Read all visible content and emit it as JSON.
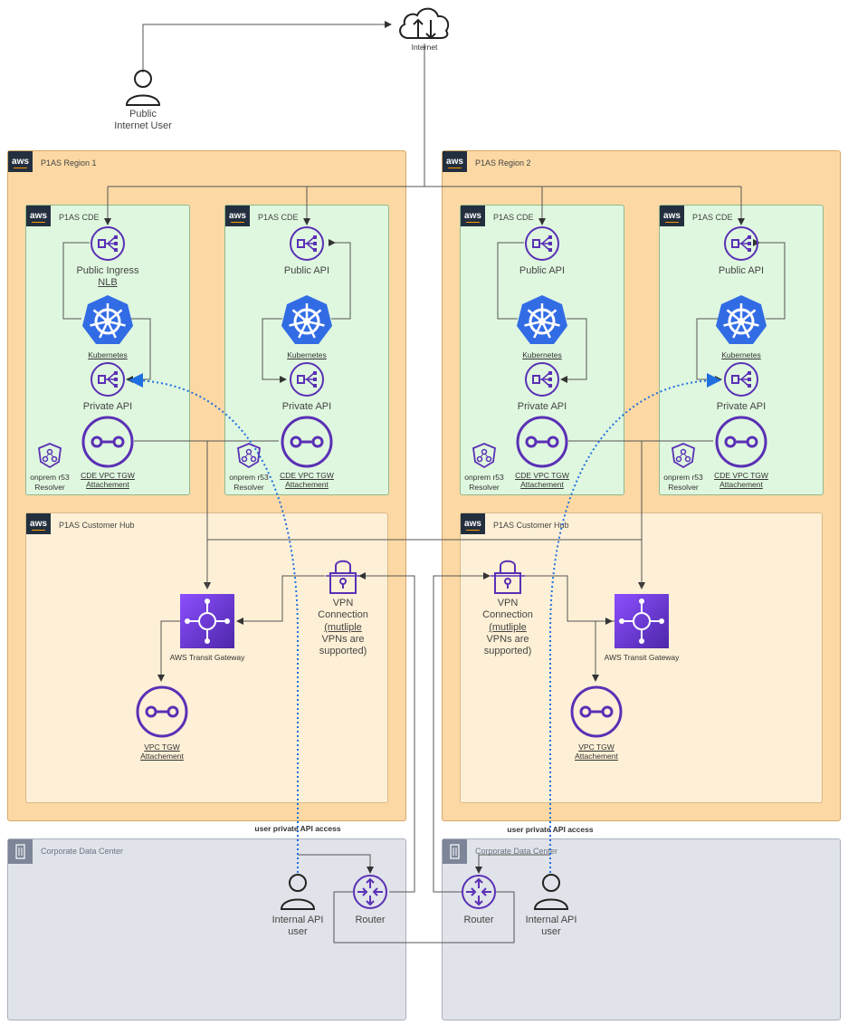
{
  "internet": {
    "label": "Internet"
  },
  "public_user": {
    "line1": "Public",
    "line2": "Internet User"
  },
  "regions": [
    {
      "title": "P1AS Region 1",
      "hub_title": "P1AS Customer Hub"
    },
    {
      "title": "P1AS Region 2",
      "hub_title": "P1AS Customer Hub"
    }
  ],
  "cde_title": "P1AS CDE",
  "cde_blocks": [
    {
      "top1": "Public Ingress",
      "top2": "NLB"
    },
    {
      "top1": "Public API",
      "top2": ""
    },
    {
      "top1": "Public API",
      "top2": ""
    },
    {
      "top1": "Public API",
      "top2": ""
    }
  ],
  "labels": {
    "kubernetes": "Kubernetes",
    "private_api": "Private API",
    "resolver1": "onprem r53",
    "resolver2": "Resolver",
    "cde_attach1": "CDE VPC TGW",
    "cde_attach2": "Attachement",
    "vpc_attach1": "VPC TGW",
    "vpc_attach2": "Attachement",
    "tgw": "AWS Transit Gateway",
    "vpn": [
      "VPN",
      "Connection",
      "(mutliple",
      "VPNs are",
      "supported)"
    ],
    "user_access": "user private API access",
    "dc_title": "Corporate Data Center",
    "internal_user1": "Internal API",
    "internal_user2": "user",
    "router": "Router"
  },
  "colors": {
    "region_bg": "#fcd9a4",
    "cde_bg": "#dff7df",
    "hub_bg": "#fef0d6",
    "dc_bg": "#e0e3e9",
    "purple": "#5a30b5",
    "k8s_blue": "#326ce5",
    "dotted_blue": "#1f6fe0"
  },
  "icons": [
    "cloud-icon",
    "user-icon",
    "aws-logo-icon",
    "nlb-icon",
    "kubernetes-icon",
    "vpc-attachment-icon",
    "route53-resolver-icon",
    "transit-gateway-icon",
    "vpn-lock-icon",
    "router-icon",
    "building-icon"
  ]
}
